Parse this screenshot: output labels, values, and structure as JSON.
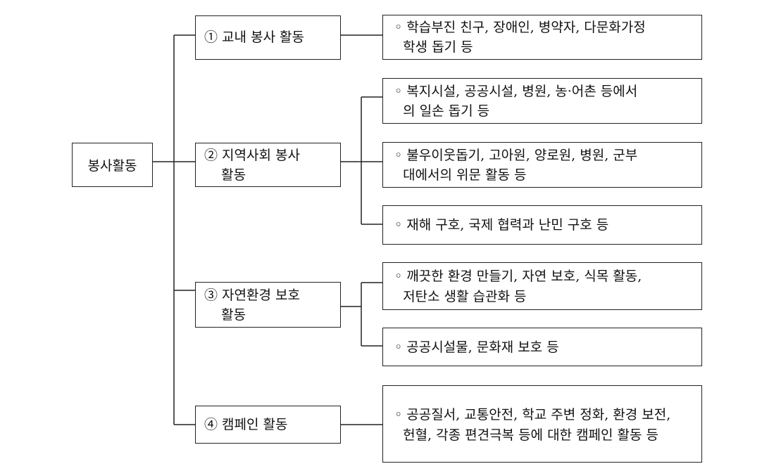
{
  "root": {
    "label": "봉사활동"
  },
  "categories": [
    {
      "lines": [
        "① 교내 봉사 활동"
      ]
    },
    {
      "lines": [
        "② 지역사회 봉사",
        "    활동"
      ]
    },
    {
      "lines": [
        "③ 자연환경 보호",
        "    활동"
      ]
    },
    {
      "lines": [
        "④ 캠페인 활동"
      ]
    }
  ],
  "items": [
    {
      "lines": [
        "◦ 학습부진 친구, 장애인, 병약자, 다문화가정",
        "  학생 돕기 등"
      ]
    },
    {
      "lines": [
        "◦ 복지시설, 공공시설, 병원, 농·어촌 등에서",
        "  의 일손 돕기 등"
      ]
    },
    {
      "lines": [
        "◦ 불우이웃돕기, 고아원, 양로원, 병원, 군부",
        "  대에서의 위문 활동 등"
      ]
    },
    {
      "lines": [
        "◦ 재해 구호, 국제 협력과 난민 구호 등"
      ]
    },
    {
      "lines": [
        "◦ 깨끗한 환경 만들기, 자연 보호, 식목 활동,",
        "  저탄소 생활 습관화 등"
      ]
    },
    {
      "lines": [
        "◦ 공공시설물, 문화재 보호 등"
      ]
    },
    {
      "lines": [
        "◦ 공공질서, 교통안전, 학교 주변 정화, 환경 보전,",
        "  헌혈, 각종 편견극복 등에 대한 캠페인 활동 등"
      ]
    }
  ]
}
